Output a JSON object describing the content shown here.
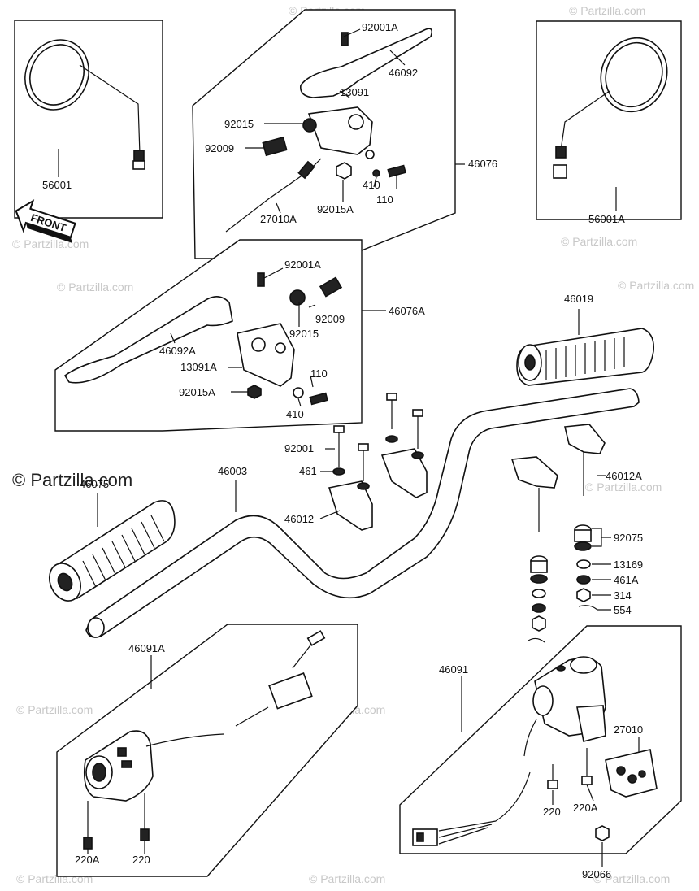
{
  "watermarks": {
    "site": "© Partzilla.com",
    "big": "© Partzilla.com"
  },
  "front_badge": "FRONT",
  "labels": {
    "p56001": "56001",
    "p56001a": "56001A",
    "p92001a_top": "92001A",
    "p46092": "46092",
    "p13091": "13091",
    "p92015_top": "92015",
    "p92009_top": "92009",
    "p46076": "46076",
    "p410_top": "410",
    "p110_top": "110",
    "p27010a": "27010A",
    "p92015a_top": "92015A",
    "p92001a_mid": "92001A",
    "p46076a": "46076A",
    "p92009_mid": "92009",
    "p92015_mid": "92015",
    "p46092a": "46092A",
    "p13091a": "13091A",
    "p110_mid": "110",
    "p92015a_mid": "92015A",
    "p410_mid": "410",
    "p46019": "46019",
    "p92001": "92001",
    "p461": "461",
    "p46012": "46012",
    "p46003": "46003",
    "p46075": "46075",
    "p46012a": "46012A",
    "p92075": "92075",
    "p13169": "13169",
    "p461a": "461A",
    "p314": "314",
    "p554": "554",
    "p46091a": "46091A",
    "p46091": "46091",
    "p27010": "27010",
    "p220_r": "220",
    "p220a_r": "220A",
    "p92066": "92066",
    "p220a_l": "220A",
    "p220_l": "220"
  }
}
